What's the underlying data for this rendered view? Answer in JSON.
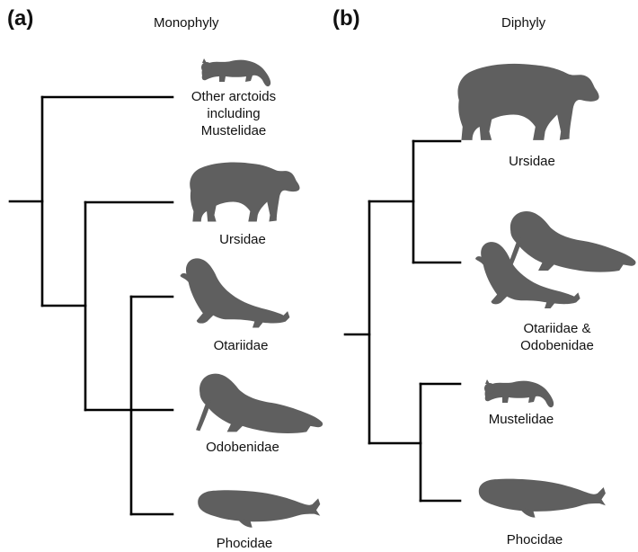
{
  "panel_a": {
    "letter": "(a)",
    "title": "Monophyly",
    "taxa": {
      "arctoids": [
        "Other arctoids",
        "including",
        "Mustelidae"
      ],
      "ursidae": "Ursidae",
      "otariidae": "Otariidae",
      "odobenidae": "Odobenidae",
      "phocidae": "Phocidae"
    }
  },
  "panel_b": {
    "letter": "(b)",
    "title": "Diphyly",
    "taxa": {
      "ursidae": "Ursidae",
      "otariidae_odobenidae": [
        "Otariidae &",
        "Odobenidae"
      ],
      "mustelidae": "Mustelidae",
      "phocidae": "Phocidae"
    }
  },
  "colors": {
    "silhouette": "#5f5f5f",
    "branch": "#000000"
  },
  "icons": [
    "weasel-icon",
    "bear-icon",
    "sea-lion-icon",
    "walrus-icon",
    "seal-icon"
  ]
}
